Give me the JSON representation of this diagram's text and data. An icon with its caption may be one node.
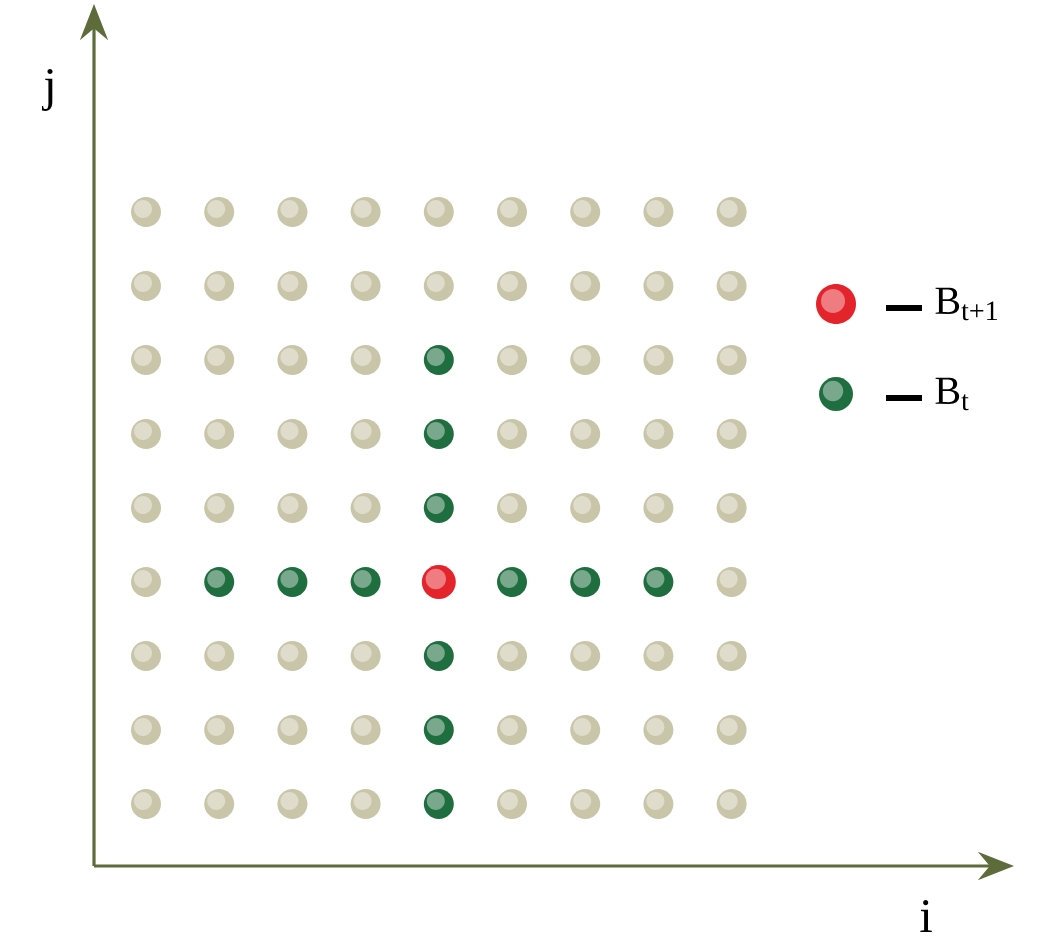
{
  "diagram": {
    "labels": [
      "j",
      "i"
    ],
    "legend": [
      {
        "text": "B$_{t+1}$",
        "color": "#e3242b"
      },
      {
        "text": "B$_{t}$",
        "color": "#1f6e3f"
      }
    ]
  }
}
